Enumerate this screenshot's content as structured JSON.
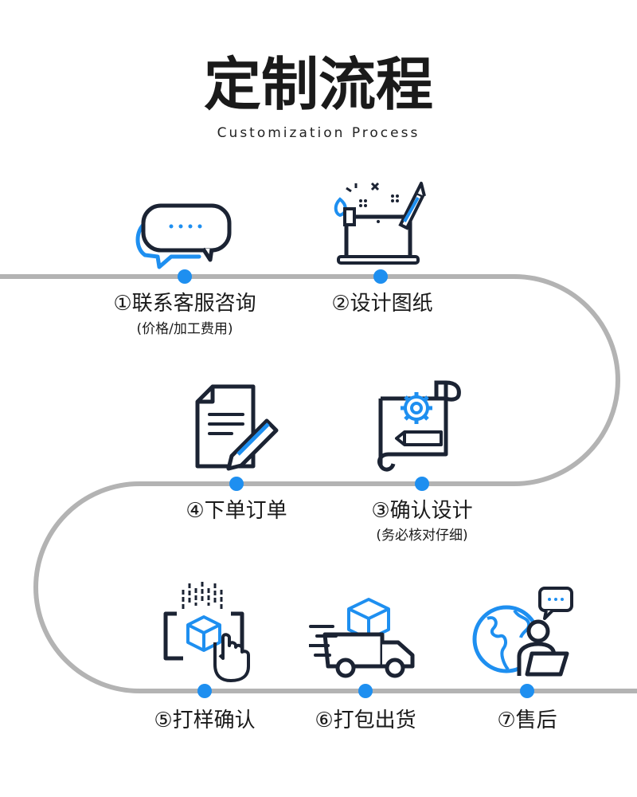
{
  "header": {
    "title": "定制流程",
    "subtitle": "Customization Process"
  },
  "steps": [
    {
      "label": "①联系客服咨询",
      "note": "(价格/加工费用)",
      "icon": "chat-bubble-icon"
    },
    {
      "label": "②设计图纸",
      "icon": "design-tools-icon"
    },
    {
      "label": "③确认设计",
      "note": "(务必核对仔细)",
      "icon": "blueprint-gear-icon"
    },
    {
      "label": "④下单订单",
      "icon": "document-pen-icon"
    },
    {
      "label": "⑤打样确认",
      "icon": "sample-box-hand-icon"
    },
    {
      "label": "⑥打包出货",
      "icon": "delivery-truck-icon"
    },
    {
      "label": "⑦售后",
      "icon": "globe-support-icon"
    }
  ],
  "colors": {
    "accent": "#1e8ff0",
    "line": "#b3b3b3",
    "dark": "#1b2333"
  }
}
